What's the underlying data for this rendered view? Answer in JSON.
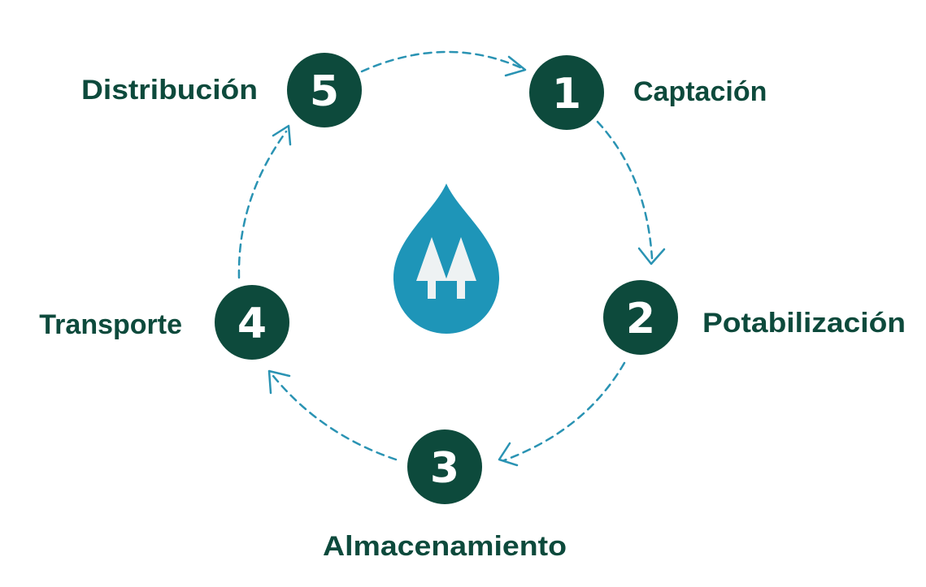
{
  "steps": [
    {
      "number": "1",
      "label": "Captación"
    },
    {
      "number": "2",
      "label": "Potabilización"
    },
    {
      "number": "3",
      "label": "Almacenamiento"
    },
    {
      "number": "4",
      "label": "Transporte"
    },
    {
      "number": "5",
      "label": "Distribución"
    }
  ],
  "colors": {
    "circle": "#0d4a3c",
    "number_text": "#ffffff",
    "label_text": "#0d4a3c",
    "connector": "#2a93b3",
    "drop": "#1e95b8",
    "trees": "#eef2f3"
  },
  "center_icon": "water-drop-with-trees-icon"
}
